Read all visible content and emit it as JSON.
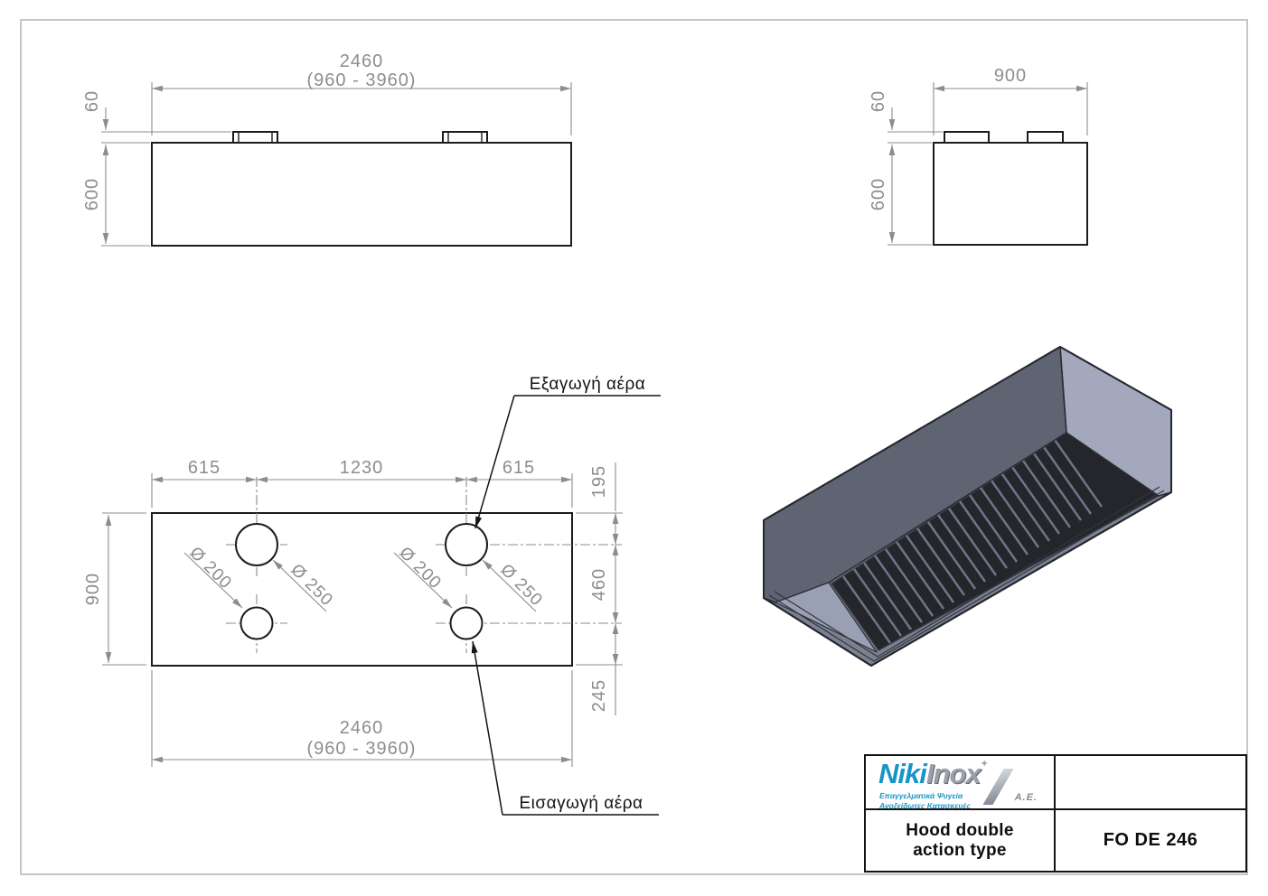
{
  "colors": {
    "object_line": "#1c1c1c",
    "dimension": "#8d8d8d",
    "frame": "#c2c5c9",
    "brand_blue": "#1795c6",
    "brand_silver": "#9aa0ab",
    "iso_panel_dark": "#5e6472",
    "iso_panel_light": "#a3a8bc",
    "iso_base": "#7b8191",
    "iso_filter": "#24262c",
    "iso_slat": "#6f7587",
    "iso_triangle": "#9aa0b4"
  },
  "front_view": {
    "width": "2460",
    "width_range": "(960 - 3960)",
    "collar_height": "60",
    "height": "600"
  },
  "side_view": {
    "depth": "900",
    "collar_height": "60",
    "height": "600"
  },
  "plan_view": {
    "left_span": "615",
    "mid_span": "1230",
    "right_span": "615",
    "top_offset": "195",
    "row_gap": "460",
    "bottom_offset": "245",
    "depth": "900",
    "width": "2460",
    "width_range": "(960 - 3960)",
    "dia_small": "Ø 200",
    "dia_large": "Ø 250"
  },
  "annotations": {
    "exhaust": "Εξαγωγή αέρα",
    "intake": "Εισαγωγή αέρα"
  },
  "title_block": {
    "brand_primary": "Niki",
    "brand_secondary": "Inox",
    "brand_sparkle": "✦",
    "brand_suffix": "A.E.",
    "tagline_line1": "Επαγγελματικά Ψυγεία",
    "tagline_line2": "Ανοξείδωτες Κατασκευές",
    "product_line1": "Hood double",
    "product_line2": "action type",
    "code": "FO DE 246"
  }
}
